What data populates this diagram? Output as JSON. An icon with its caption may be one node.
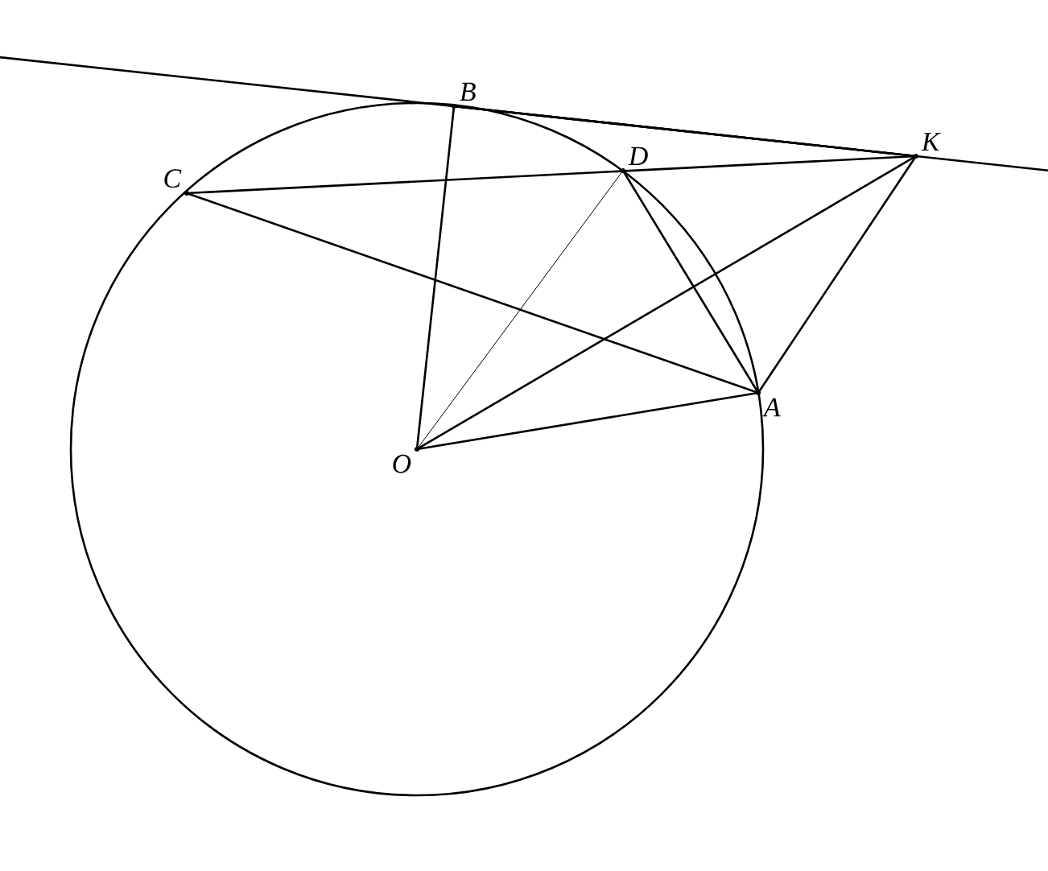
{
  "diagram": {
    "nodes": [
      {
        "text": [
          "B"
        ]
      },
      {
        "text": [
          "C"
        ]
      },
      {
        "text": [
          "D"
        ]
      },
      {
        "text": [
          "K"
        ]
      },
      {
        "text": [
          "A"
        ]
      },
      {
        "text": [
          "O"
        ]
      }
    ],
    "edges": [
      {
        "from": 5,
        "to": 0,
        "arrow": "none"
      },
      {
        "from": 5,
        "to": 2,
        "arrow": "none"
      },
      {
        "from": 5,
        "to": 4,
        "arrow": "none"
      },
      {
        "from": 5,
        "to": 3,
        "arrow": "none"
      },
      {
        "from": 1,
        "to": 3,
        "arrow": "none"
      },
      {
        "from": 1,
        "to": 4,
        "arrow": "none"
      },
      {
        "from": 2,
        "to": 4,
        "arrow": "none"
      },
      {
        "from": 3,
        "to": 4,
        "arrow": "none"
      },
      {
        "from": 0,
        "to": 3,
        "arrow": "none"
      }
    ]
  }
}
